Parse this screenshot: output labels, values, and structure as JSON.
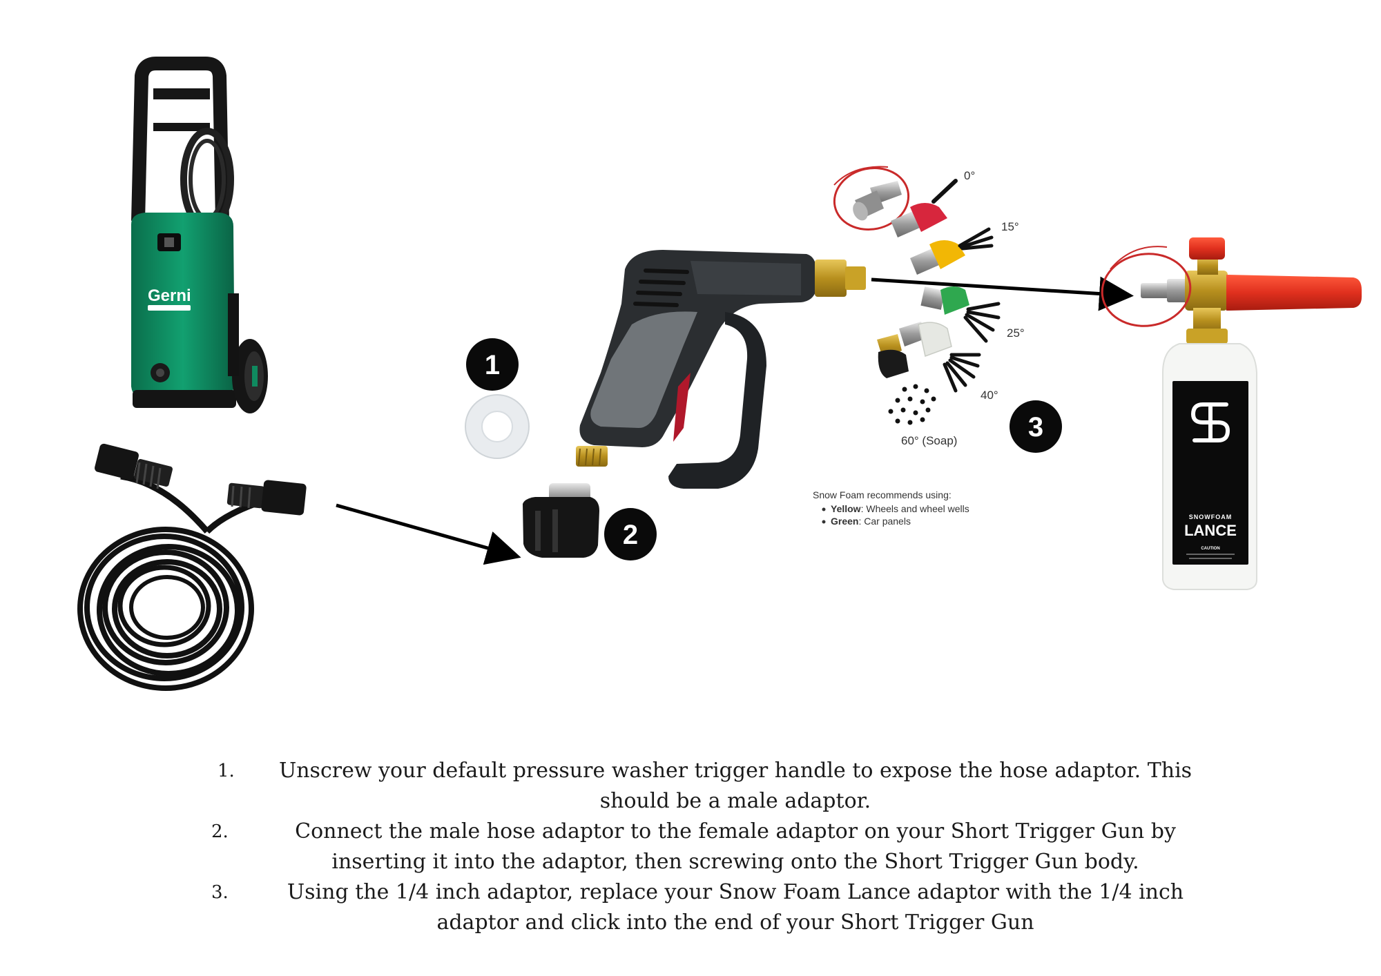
{
  "washer": {
    "brand": "Gerni"
  },
  "badges": {
    "one": "1",
    "two": "2",
    "three": "3"
  },
  "angles": {
    "a0": "0°",
    "a15": "15°",
    "a25": "25°",
    "a40": "40°",
    "a60": "60° (Soap)"
  },
  "recommend": {
    "heading": "Snow Foam recommends using:",
    "items": [
      {
        "bold": "Yellow",
        "text": ": Wheels and wheel wells"
      },
      {
        "bold": "Green",
        "text": ": Car panels"
      }
    ]
  },
  "bottle": {
    "brand": "SNOWFOAM",
    "name": "LANCE",
    "caution": "CAUTION"
  },
  "colors": {
    "washer_green": "#0f8a5f",
    "nozzle_red": "#d7263d",
    "nozzle_yellow": "#f2b705",
    "nozzle_green": "#2fa84f",
    "lance_red": "#e0301e",
    "brass": "#c9a227"
  },
  "instructions": [
    {
      "num": "1.",
      "lines": [
        "Unscrew your default pressure washer trigger handle to expose the hose adaptor. This",
        "should be a male adaptor."
      ]
    },
    {
      "num": "2.",
      "lines": [
        "Connect the male hose adaptor to the female adaptor on your Short Trigger Gun by",
        "inserting it into the adaptor, then screwing onto the Short Trigger Gun body."
      ]
    },
    {
      "num": "3.",
      "lines": [
        "Using the 1/4 inch adaptor, replace your Snow Foam Lance adaptor with the 1/4 inch",
        "adaptor and click into the end of your Short Trigger Gun"
      ]
    }
  ]
}
